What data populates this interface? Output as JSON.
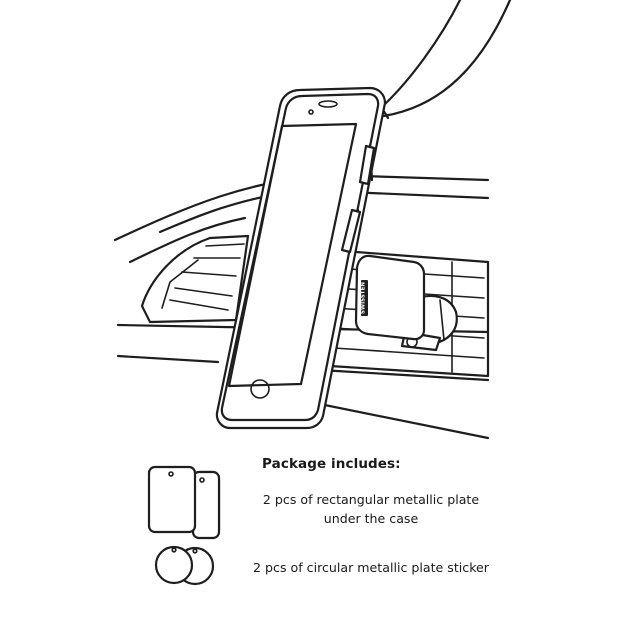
{
  "package": {
    "title": "Package includes:",
    "items": [
      {
        "line1": "2 pcs of rectangular metallic plate",
        "line2": "under the case",
        "icon": "rectangular-plates-icon"
      },
      {
        "line1": "2 pcs of circular metallic plate sticker",
        "icon": "circular-plates-icon"
      }
    ]
  },
  "illustration": {
    "subject": "phone-on-air-vent-magnetic-mount",
    "icons": [
      "hand",
      "smartphone",
      "car-dashboard",
      "air-vent",
      "magnetic-mount"
    ],
    "brand_label": "SWISSTEN"
  },
  "colors": {
    "line": "#1e1e1e",
    "background": "#ffffff"
  }
}
